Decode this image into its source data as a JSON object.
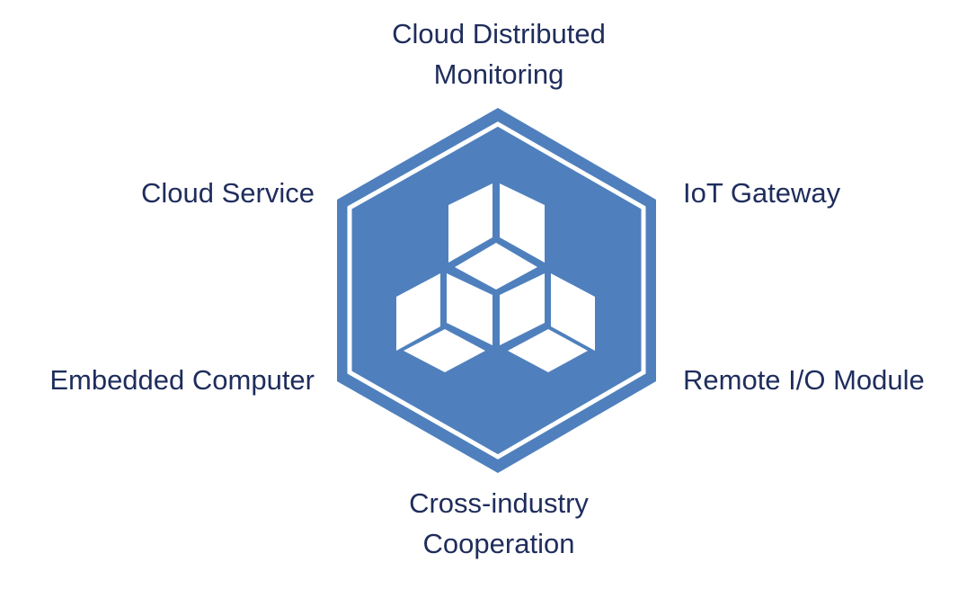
{
  "colors": {
    "hexagon": "#4f80bd",
    "label_text": "#1f2d5c",
    "cubes": "#ffffff"
  },
  "icons": {
    "center": "stacked-cubes-icon"
  },
  "labels": {
    "top": [
      "Cloud Distributed",
      "Monitoring"
    ],
    "top_left": "Cloud Service",
    "top_right": "IoT Gateway",
    "bottom_left": "Embedded Computer",
    "bottom_right": "Remote I/O Module",
    "bottom": [
      "Cross-industry",
      "Cooperation"
    ]
  }
}
